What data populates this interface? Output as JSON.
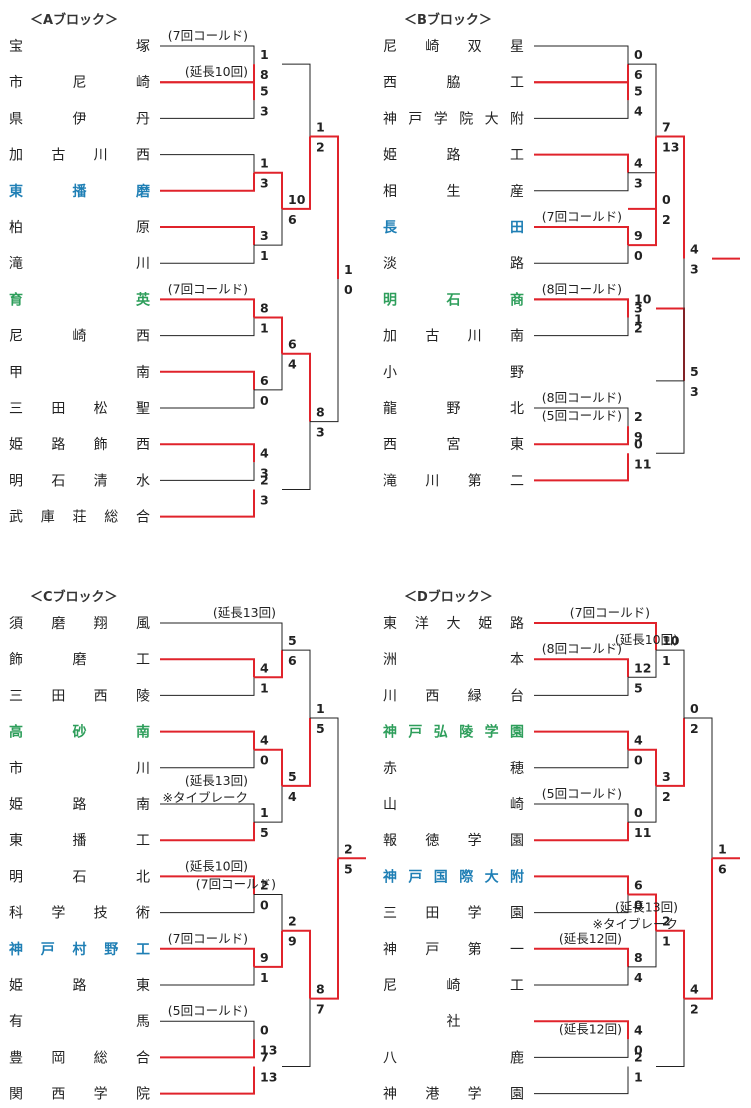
{
  "blocks": [
    {
      "title": "＜Aブロック＞",
      "teams": [
        {
          "chars": [
            "宝",
            "塚"
          ]
        },
        {
          "chars": [
            "市",
            "尼",
            "崎"
          ]
        },
        {
          "chars": [
            "県",
            "伊",
            "丹"
          ]
        },
        {
          "chars": [
            "加",
            "古",
            "川",
            "西"
          ]
        },
        {
          "chars": [
            "東",
            "播",
            "磨"
          ],
          "hl": "blue"
        },
        {
          "chars": [
            "柏",
            "原"
          ]
        },
        {
          "chars": [
            "滝",
            "川"
          ]
        },
        {
          "chars": [
            "育",
            "英"
          ],
          "hl": "green"
        },
        {
          "chars": [
            "尼",
            "崎",
            "西"
          ]
        },
        {
          "chars": [
            "甲",
            "南"
          ]
        },
        {
          "chars": [
            "三",
            "田",
            "松",
            "聖"
          ]
        },
        {
          "chars": [
            "姫",
            "路",
            "飾",
            "西"
          ]
        },
        {
          "chars": [
            "明",
            "石",
            "清",
            "水"
          ]
        },
        {
          "chars": [
            "武",
            "庫",
            "荘",
            "総",
            "合"
          ]
        }
      ],
      "matches": [
        {
          "a": "市尼崎",
          "b": "県伊丹",
          "sa": "5",
          "sb": "3",
          "w": 0,
          "note": "(延長10回)"
        },
        {
          "a": "加古川西",
          "b": "東播磨",
          "sa": "1",
          "sb": "3",
          "w": 1
        },
        {
          "a": "柏原",
          "b": "滝川",
          "sa": "3",
          "sb": "1",
          "w": 0
        },
        {
          "a": "育英",
          "b": "尼崎西",
          "sa": "8",
          "sb": "1",
          "w": 0,
          "note": "(7回コールド)"
        },
        {
          "a": "甲南",
          "b": "三田松聖",
          "sa": "6",
          "sb": "0",
          "w": 0
        },
        {
          "a": "姫路飾西",
          "b": "明石清水",
          "sa": "4",
          "sb": "3",
          "w": 0
        },
        {
          "a": "宝塚",
          "b": "市尼崎",
          "sa": "1",
          "sb": "8",
          "w": 1,
          "note": "(7回コールド)"
        },
        {
          "a": "東播磨",
          "b": "柏原",
          "sa": "10",
          "sb": "6",
          "w": 0
        },
        {
          "a": "育英",
          "b": "甲南",
          "sa": "6",
          "sb": "4",
          "w": 0
        },
        {
          "a": "姫路飾西",
          "b": "武庫荘総合",
          "sa": "2",
          "sb": "3",
          "w": 1
        },
        {
          "a": "市尼崎",
          "b": "東播磨",
          "sa": "1",
          "sb": "2",
          "w": 1
        },
        {
          "a": "育英",
          "b": "武庫荘総合",
          "sa": "8",
          "sb": "3",
          "w": 0
        },
        {
          "a": "東播磨",
          "b": "育英",
          "sa": "1",
          "sb": "0",
          "w": 0
        }
      ]
    },
    {
      "title": "＜Bブロック＞",
      "teams": [
        {
          "chars": [
            "尼",
            "崎",
            "双",
            "星"
          ]
        },
        {
          "chars": [
            "西",
            "脇",
            "工"
          ]
        },
        {
          "chars": [
            "神",
            "戸",
            "学",
            "院",
            "大",
            "附"
          ]
        },
        {
          "chars": [
            "姫",
            "路",
            "工"
          ]
        },
        {
          "chars": [
            "相",
            "生",
            "産"
          ]
        },
        {
          "chars": [
            "長",
            "田"
          ],
          "hl": "blue"
        },
        {
          "chars": [
            "淡",
            "路"
          ]
        },
        {
          "chars": [
            "明",
            "石",
            "商"
          ],
          "hl": "green"
        },
        {
          "chars": [
            "加",
            "古",
            "川",
            "南"
          ]
        },
        {
          "chars": [
            "小",
            "野"
          ]
        },
        {
          "chars": [
            "龍",
            "野",
            "北"
          ]
        },
        {
          "chars": [
            "西",
            "宮",
            "東"
          ]
        },
        {
          "chars": [
            "滝",
            "川",
            "第",
            "二"
          ]
        }
      ],
      "matches": [
        {
          "a": "西脇工",
          "b": "神戸学院大附",
          "sa": "5",
          "sb": "4",
          "w": 0
        },
        {
          "a": "姫路工",
          "b": "相生産",
          "sa": "4",
          "sb": "3",
          "w": 0
        },
        {
          "a": "長田",
          "b": "淡路",
          "sa": "9",
          "sb": "0",
          "w": 0,
          "note": "(7回コールド)"
        },
        {
          "a": "加古川南",
          "b": "小野",
          "sa": "3",
          "sb": "2",
          "w": 0
        },
        {
          "a": "龍野北",
          "b": "西宮東",
          "sa": "2",
          "sb": "9",
          "w": 1,
          "note": "(8回コールド)"
        },
        {
          "a": "尼崎双星",
          "b": "西脇工",
          "sa": "0",
          "sb": "6",
          "w": 1
        },
        {
          "a": "姫路工",
          "b": "長田",
          "sa": "0",
          "sb": "2",
          "w": 1
        },
        {
          "a": "明石商",
          "b": "加古川南",
          "sa": "10",
          "sb": "1",
          "w": 0,
          "note": "(8回コールド)"
        },
        {
          "a": "西宮東",
          "b": "滝川第二",
          "sa": "0",
          "sb": "11",
          "w": 1,
          "note": "(5回コールド)"
        },
        {
          "a": "西脇工",
          "b": "長田",
          "sa": "7",
          "sb": "13",
          "w": 1
        },
        {
          "a": "明石商",
          "b": "滝川第二",
          "sa": "5",
          "sb": "3",
          "w": 0
        },
        {
          "a": "長田",
          "b": "明石商",
          "sa": "4",
          "sb": "3",
          "w": 0
        }
      ]
    },
    {
      "title": "＜Cブロック＞",
      "teams": [
        {
          "chars": [
            "須",
            "磨",
            "翔",
            "風"
          ]
        },
        {
          "chars": [
            "飾",
            "磨",
            "工"
          ]
        },
        {
          "chars": [
            "三",
            "田",
            "西",
            "陵"
          ]
        },
        {
          "chars": [
            "高",
            "砂",
            "南"
          ],
          "hl": "green"
        },
        {
          "chars": [
            "市",
            "川"
          ]
        },
        {
          "chars": [
            "姫",
            "路",
            "南"
          ]
        },
        {
          "chars": [
            "東",
            "播",
            "工"
          ]
        },
        {
          "chars": [
            "明",
            "石",
            "北"
          ]
        },
        {
          "chars": [
            "科",
            "学",
            "技",
            "術"
          ]
        },
        {
          "chars": [
            "神",
            "戸",
            "村",
            "野",
            "工"
          ],
          "hl": "blue"
        },
        {
          "chars": [
            "姫",
            "路",
            "東"
          ]
        },
        {
          "chars": [
            "有",
            "馬"
          ]
        },
        {
          "chars": [
            "豊",
            "岡",
            "総",
            "合"
          ]
        },
        {
          "chars": [
            "関",
            "西",
            "学",
            "院"
          ]
        }
      ],
      "matches": [
        {
          "a": "飾磨工",
          "b": "三田西陵",
          "sa": "4",
          "sb": "1",
          "w": 0
        },
        {
          "a": "高砂南",
          "b": "市川",
          "sa": "4",
          "sb": "0",
          "w": 0
        },
        {
          "a": "姫路南",
          "b": "東播工",
          "sa": "1",
          "sb": "5",
          "w": 1,
          "note": "(延長13回)",
          "note2": "※タイブレーク"
        },
        {
          "a": "明石北",
          "b": "科学技術",
          "sa": "2",
          "sb": "0",
          "w": 0,
          "note": "(延長10回)"
        },
        {
          "a": "神戸村野工",
          "b": "姫路東",
          "sa": "9",
          "sb": "1",
          "w": 0,
          "note": "(7回コールド)"
        },
        {
          "a": "有馬",
          "b": "豊岡総合",
          "sa": "0",
          "sb": "13",
          "w": 1,
          "note": "(5回コールド)"
        },
        {
          "a": "須磨翔風",
          "b": "飾磨工",
          "sa": "5",
          "sb": "6",
          "w": 1,
          "note": "(延長13回)"
        },
        {
          "a": "高砂南",
          "b": "東播工",
          "sa": "5",
          "sb": "4",
          "w": 0
        },
        {
          "a": "明石北",
          "b": "神戸村野工",
          "sa": "2",
          "sb": "9",
          "w": 1,
          "note": "(7回コールド)"
        },
        {
          "a": "豊岡総合",
          "b": "関西学院",
          "sa": "7",
          "sb": "13",
          "w": 1
        },
        {
          "a": "飾磨工",
          "b": "高砂南",
          "sa": "1",
          "sb": "5",
          "w": 1
        },
        {
          "a": "神戸村野工",
          "b": "関西学院",
          "sa": "8",
          "sb": "7",
          "w": 0
        },
        {
          "a": "高砂南",
          "b": "神戸村野工",
          "sa": "2",
          "sb": "5",
          "w": 1
        }
      ]
    },
    {
      "title": "＜Dブロック＞",
      "teams": [
        {
          "chars": [
            "東",
            "洋",
            "大",
            "姫",
            "路"
          ]
        },
        {
          "chars": [
            "洲",
            "本"
          ]
        },
        {
          "chars": [
            "川",
            "西",
            "緑",
            "台"
          ]
        },
        {
          "chars": [
            "神",
            "戸",
            "弘",
            "陵",
            "学",
            "園"
          ],
          "hl": "green"
        },
        {
          "chars": [
            "赤",
            "穂"
          ]
        },
        {
          "chars": [
            "山",
            "崎"
          ]
        },
        {
          "chars": [
            "報",
            "徳",
            "学",
            "園"
          ]
        },
        {
          "chars": [
            "神",
            "戸",
            "国",
            "際",
            "大",
            "附"
          ],
          "hl": "blue"
        },
        {
          "chars": [
            "三",
            "田",
            "学",
            "園"
          ]
        },
        {
          "chars": [
            "神",
            "戸",
            "第",
            "一"
          ]
        },
        {
          "chars": [
            "尼",
            "崎",
            "工"
          ]
        },
        {
          "chars": [
            "社"
          ]
        },
        {
          "chars": [
            "八",
            "鹿"
          ]
        },
        {
          "chars": [
            "神",
            "港",
            "学",
            "園"
          ]
        }
      ],
      "matches": [
        {
          "a": "洲本",
          "b": "川西緑台",
          "sa": "12",
          "sb": "5",
          "w": 0,
          "note": "(8回コールド)"
        },
        {
          "a": "神戸弘陵学園",
          "b": "赤穂",
          "sa": "4",
          "sb": "0",
          "w": 0
        },
        {
          "a": "山崎",
          "b": "報徳学園",
          "sa": "0",
          "sb": "11",
          "w": 1,
          "note": "(5回コールド)"
        },
        {
          "a": "神戸国際大附",
          "b": "三田学園",
          "sa": "6",
          "sb": "0",
          "w": 0
        },
        {
          "a": "神戸第一",
          "b": "尼崎工",
          "sa": "8",
          "sb": "4",
          "w": 0,
          "note": "(延長12回)"
        },
        {
          "a": "社",
          "b": "八鹿",
          "sa": "4",
          "sb": "0",
          "w": 0
        },
        {
          "a": "東洋大姫路",
          "b": "洲本",
          "sa": "10",
          "sb": "1",
          "w": 0,
          "note": "(7回コールド)"
        },
        {
          "a": "神戸弘陵学園",
          "b": "報徳学園",
          "sa": "3",
          "sb": "2",
          "w": 0
        },
        {
          "a": "神戸国際大附",
          "b": "神戸第一",
          "sa": "2",
          "sb": "1",
          "w": 0
        },
        {
          "a": "社",
          "b": "神港学園",
          "sa": "2",
          "sb": "1",
          "w": 0,
          "note": "(延長12回)"
        },
        {
          "a": "東洋大姫路",
          "b": "神戸弘陵学園",
          "sa": "0",
          "sb": "2",
          "w": 1,
          "note": "(延長10回)"
        },
        {
          "a": "神戸国際大附",
          "b": "社",
          "sa": "4",
          "sb": "2",
          "w": 0,
          "note": "(延長13回)",
          "note2": "※タイブレーク"
        },
        {
          "a": "神戸弘陵学園",
          "b": "神戸国際大附",
          "sa": "1",
          "sb": "6",
          "w": 1
        }
      ]
    }
  ]
}
